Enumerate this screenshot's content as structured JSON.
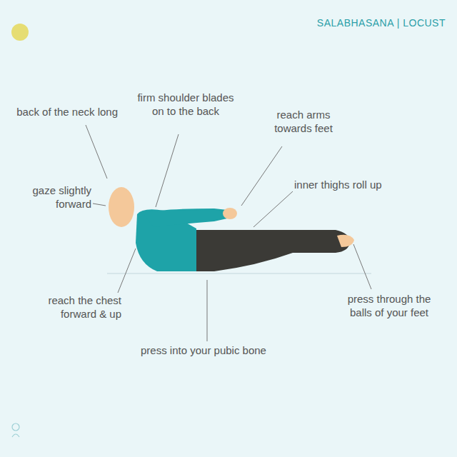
{
  "diagram": {
    "title": "SALABHASANA | LOCUST",
    "labels": [
      "back of the neck long",
      "firm shoulder blades on to the back",
      "reach arms towards feet",
      "gaze slightly forward",
      "inner thighs roll up",
      "reach the chest forward & up",
      "press into your pubic bone",
      "press through the balls of your feet"
    ]
  }
}
